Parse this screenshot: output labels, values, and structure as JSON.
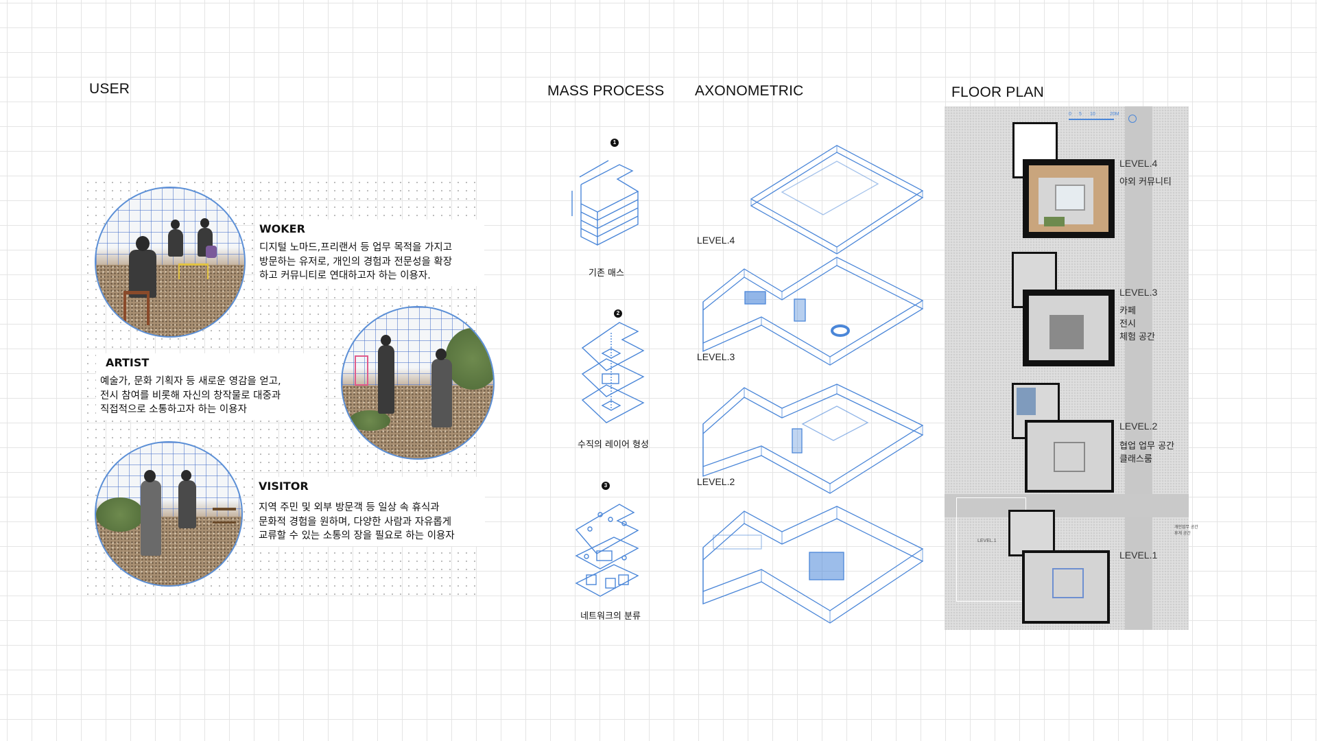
{
  "sections": {
    "user": "USER",
    "mass_process": "MASS PROCESS",
    "axonometric": "AXONOMETRIC",
    "floor_plan": "FLOOR PLAN"
  },
  "personas": [
    {
      "name": "WOKER",
      "desc": "디지털 노마드,프리랜서 등 업무 목적을 가지고\n방문하는 유저로, 개인의 경험과 전문성을 확장\n하고 커뮤니티로 연대하고자 하는 이용자."
    },
    {
      "name": "ARTIST",
      "desc": "예술가, 문화 기획자 등 새로운 영감을 얻고,\n전시 참여를 비롯해 자신의 창작물로 대중과\n직접적으로 소통하고자 하는 이용자"
    },
    {
      "name": "VISITOR",
      "desc": "지역 주민 및 외부 방문객 등 일상 속 휴식과\n문화적 경험을 원하며, 다양한 사람과 자유롭게\n교류할 수 있는 소통의 장을 필요로 하는 이용자"
    }
  ],
  "mass_steps": [
    {
      "num": "1",
      "label": "기존 매스"
    },
    {
      "num": "2",
      "label": "수직의 레이어 형성"
    },
    {
      "num": "3",
      "label": "네트워크의 분류"
    }
  ],
  "axonometric_levels": [
    "LEVEL.4",
    "LEVEL.3",
    "LEVEL.2"
  ],
  "floor_plan": {
    "scale": [
      "0",
      "5",
      "10",
      "20M"
    ],
    "levels": [
      {
        "label": "LEVEL.4",
        "note": "야외 커뮤니티"
      },
      {
        "label": "LEVEL.3",
        "note": "카페\n전시\n체험 공간"
      },
      {
        "label": "LEVEL.2",
        "note": "협업 업무 공간\n클래스룸"
      },
      {
        "label": "LEVEL.1",
        "note": ""
      }
    ],
    "site_label": "LEVEL.1",
    "side_note": "개인업무 공간\n휴게 공간"
  },
  "colors": {
    "accent": "#4a86d8",
    "grid": "#e4e4e4"
  }
}
